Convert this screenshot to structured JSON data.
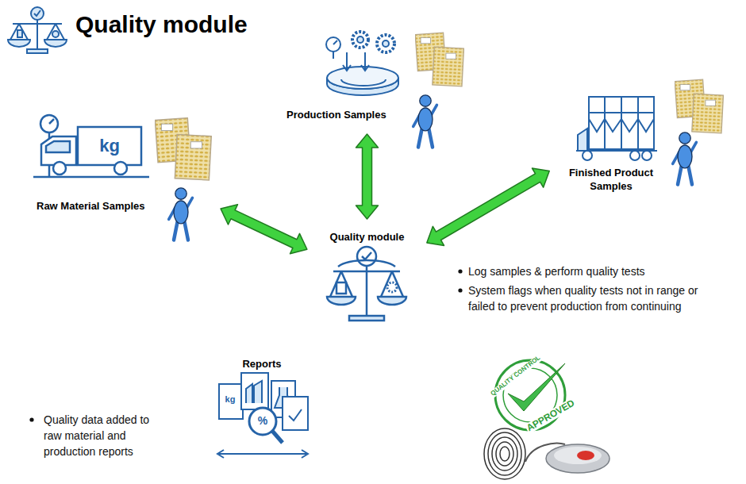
{
  "diagram": {
    "title": "Quality module",
    "nodes": [
      {
        "text": [
          "Production Samples"
        ]
      },
      {
        "text": [
          "Raw Material Samples"
        ]
      },
      {
        "text": [
          "Finished Product Samples"
        ]
      },
      {
        "text": [
          "Quality module"
        ]
      },
      {
        "text": [
          "Reports"
        ]
      }
    ],
    "edges": [
      {
        "from": 1,
        "to": 3,
        "arrow": "both"
      },
      {
        "from": 0,
        "to": 3,
        "arrow": "both"
      },
      {
        "from": 2,
        "to": 3,
        "arrow": "both"
      }
    ],
    "labels": [
      "Log samples & perform quality tests",
      "System flags when quality tests not in range or failed to prevent production from continuing",
      "Quality data added to raw material and production reports",
      "kg",
      "kg",
      "%",
      "QUALITY CONTROL",
      "APPROVED"
    ]
  }
}
